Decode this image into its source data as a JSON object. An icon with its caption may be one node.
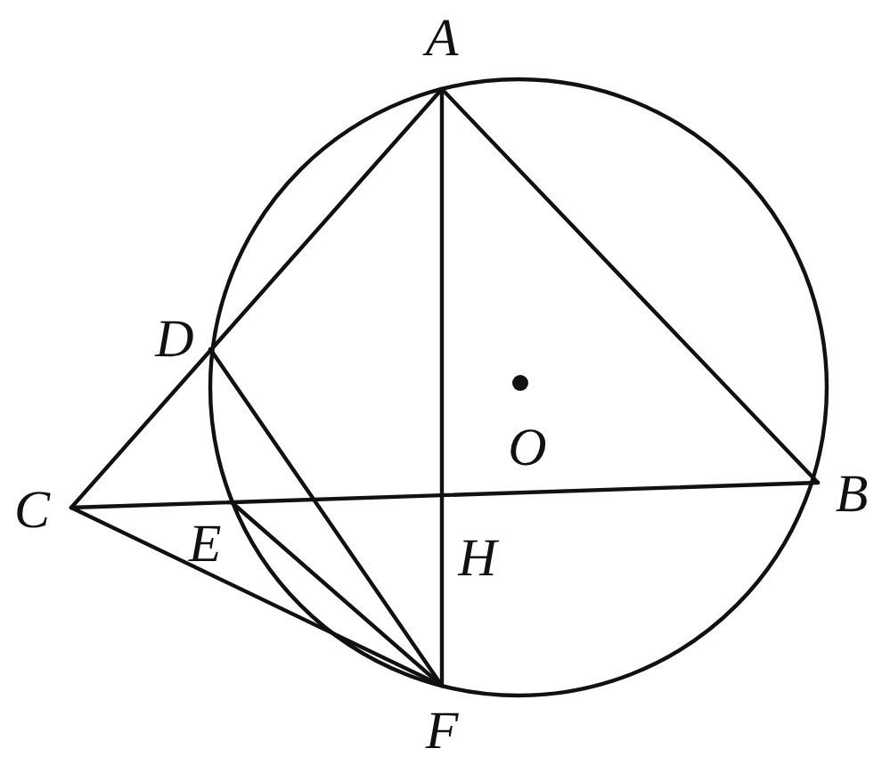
{
  "diagram": {
    "labels": [
      "A",
      "D",
      "O",
      "C",
      "B",
      "E",
      "H",
      "F"
    ]
  }
}
